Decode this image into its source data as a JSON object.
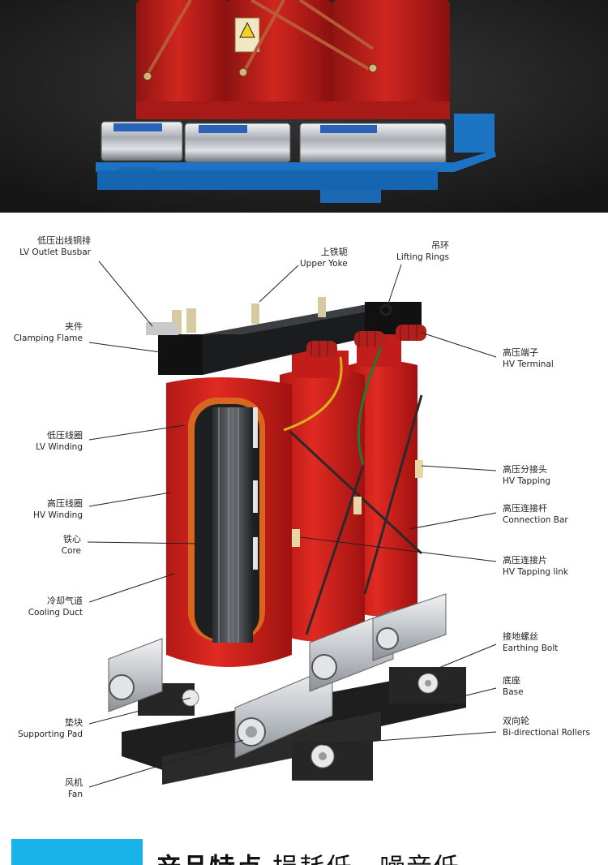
{
  "callouts_left": [
    {
      "id": "lv-outlet-busbar",
      "zh": "低压出线铜排",
      "en": "LV Outlet Busbar"
    },
    {
      "id": "clamping-flame",
      "zh": "夹件",
      "en": "Clamping Flame"
    },
    {
      "id": "lv-winding",
      "zh": "低压线圈",
      "en": "LV Winding"
    },
    {
      "id": "hv-winding",
      "zh": "高压线圈",
      "en": "HV Winding"
    },
    {
      "id": "core",
      "zh": "铁心",
      "en": "Core"
    },
    {
      "id": "cooling-duct",
      "zh": "冷却气道",
      "en": "Cooling Duct"
    },
    {
      "id": "supporting-pad",
      "zh": "垫块",
      "en": "Supporting Pad"
    },
    {
      "id": "fan",
      "zh": "风机",
      "en": "Fan"
    }
  ],
  "callouts_top": [
    {
      "id": "upper-yoke",
      "zh": "上铁轭",
      "en": "Upper Yoke"
    },
    {
      "id": "lifting-rings",
      "zh": "吊环",
      "en": "Lifting Rings"
    }
  ],
  "callouts_right": [
    {
      "id": "hv-terminal",
      "zh": "高压端子",
      "en": "HV Terminal"
    },
    {
      "id": "hv-tapping",
      "zh": "高压分接头",
      "en": "HV Tapping"
    },
    {
      "id": "connection-bar",
      "zh": "高压连接杆",
      "en": "Connection Bar"
    },
    {
      "id": "hv-tapping-link",
      "zh": "高压连接片",
      "en": "HV Tapping link"
    },
    {
      "id": "earthing-bolt",
      "zh": "接地螺丝",
      "en": "Earthing Bolt"
    },
    {
      "id": "base",
      "zh": "底座",
      "en": "Base"
    },
    {
      "id": "bi-directional-rollers",
      "zh": "双向轮",
      "en": "Bi-directional Rollers"
    }
  ],
  "footer": {
    "title_bold": "产品特点",
    "title_rest": "损耗低、噪音低",
    "accent_color": "#19b3ea"
  },
  "colors": {
    "coil_red": "#c8201f",
    "photo_bg": "#2a2a2a",
    "base_blue": "#1d74c4"
  }
}
